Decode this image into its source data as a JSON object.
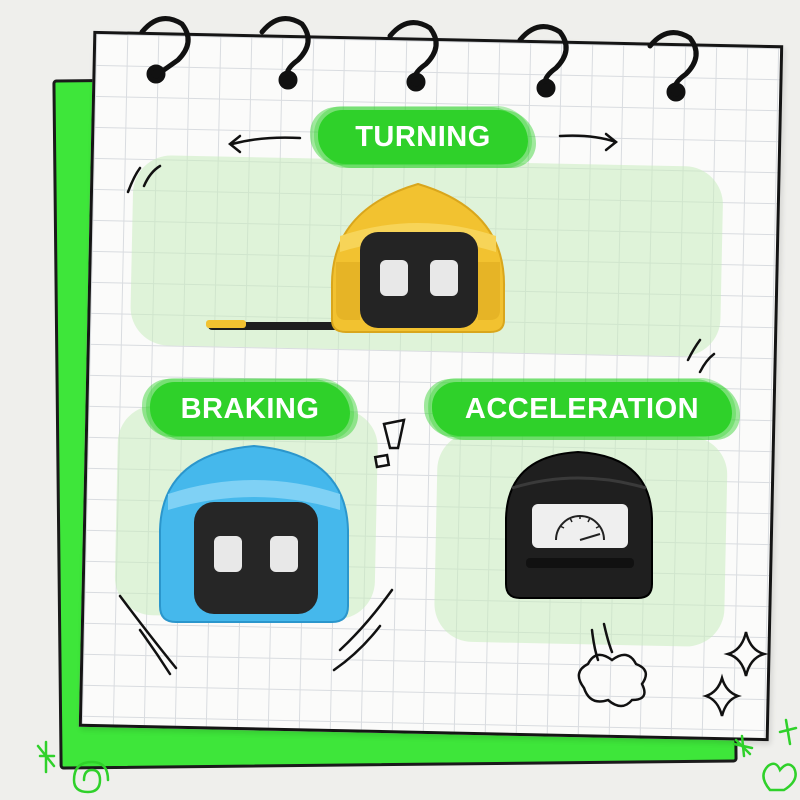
{
  "labels": {
    "turning": "TURNING",
    "braking": "BRAKING",
    "acceleration": "ACCELERATION"
  },
  "colors": {
    "accent_green": "#2fd12a",
    "frame_green": "#3ee63a",
    "yellow_helmet": "#f2c230",
    "blue_helmet": "#45b8ec",
    "black_helmet": "#1f1f1f"
  },
  "icons": [
    "spiral-ring-icon",
    "arrow-left-icon",
    "arrow-right-icon",
    "exclamation-icon",
    "sparkle-icon",
    "puff-cloud-icon",
    "heart-doodle-icon",
    "spiral-doodle-icon",
    "star-doodle-icon",
    "speedometer-icon"
  ]
}
